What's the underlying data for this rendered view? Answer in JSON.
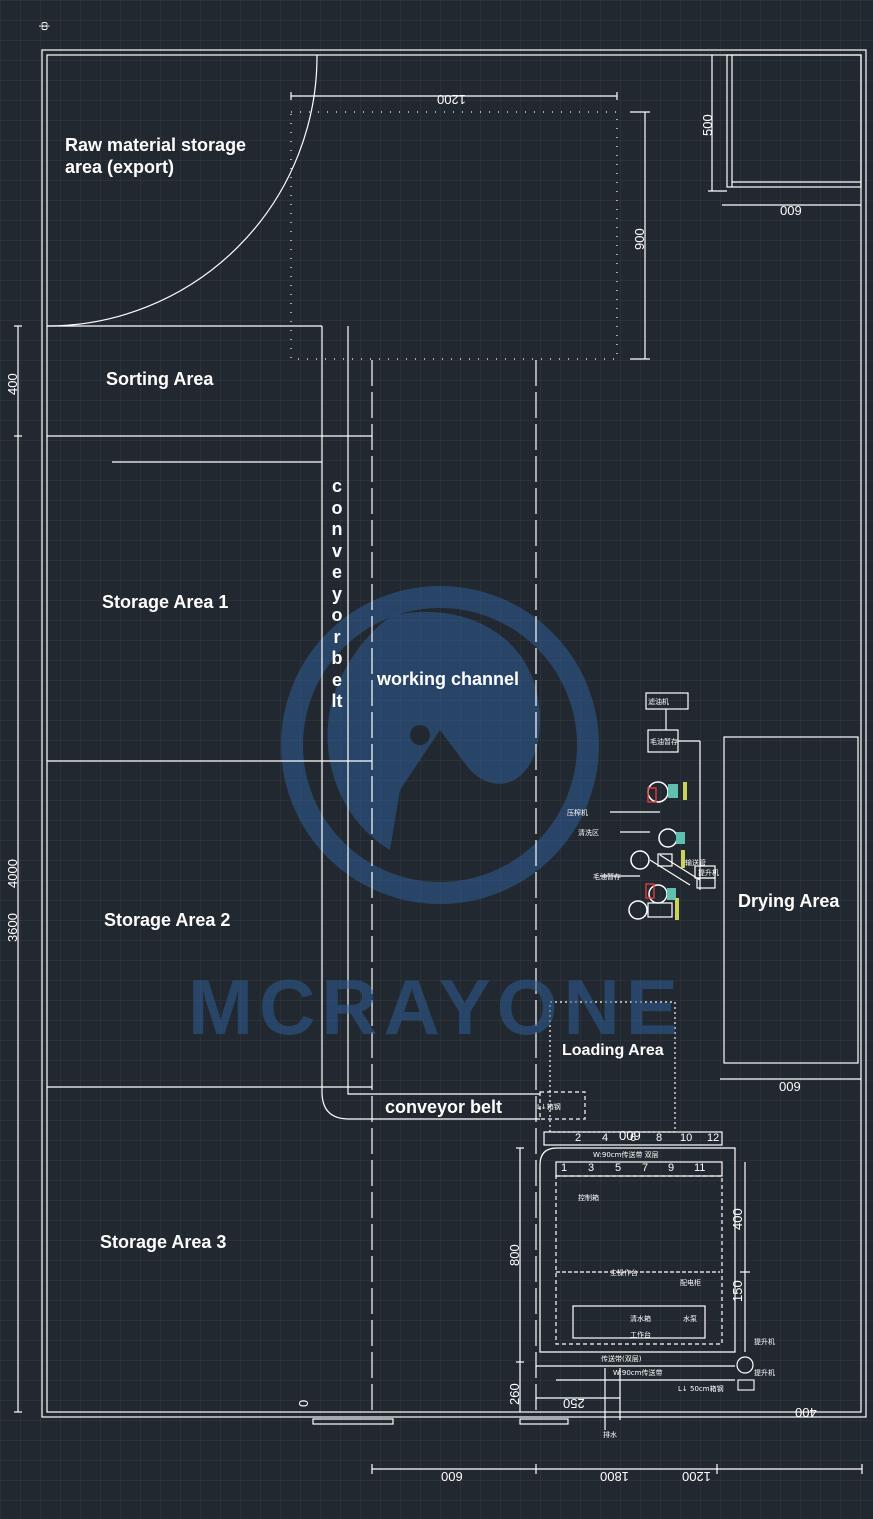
{
  "areas": {
    "raw_material_line1": "Raw material storage",
    "raw_material_line2": "area   (export)",
    "sorting": "Sorting Area",
    "storage1": "Storage Area 1",
    "storage2": "Storage Area 2",
    "storage3": "Storage Area 3",
    "conveyor_vertical": "conveyorbelt",
    "conveyor_horizontal": "conveyor belt",
    "working_channel": "working channel",
    "drying": "Drying Area",
    "loading": "Loading Area"
  },
  "dimensions": {
    "top_1200": "1200",
    "right_900": "900",
    "right_500": "500",
    "top_right_600": "600",
    "left_400": "400",
    "left_4000": "4000",
    "left_3600": "3600",
    "drying_600": "600",
    "loading_600": "600",
    "bottom_600": "600",
    "bottom_1800": "1800",
    "bottom_1200": "1200",
    "room_800": "800",
    "room_260": "260",
    "room_250": "250",
    "room_400_v": "400",
    "room_150": "150",
    "room_400_h": "400",
    "corner_0": "0"
  },
  "conveyor_numbers_top": [
    "2",
    "4",
    "6",
    "8",
    "10",
    "12"
  ],
  "conveyor_numbers_bottom": [
    "1",
    "3",
    "5",
    "7",
    "9",
    "11"
  ],
  "small_text": {
    "l_box": "L↓箱钢",
    "l_50": "L↓ 50cm箱钢",
    "w90_top": "W:90cm传送带 双层",
    "w90_bottom": "W:90cm传送带",
    "conveyor_label": "传送带(双层)",
    "main_workbench": "主操作台",
    "workbench": "工作台",
    "water_tank": "水泵",
    "water_box": "清水箱",
    "distribution_box": "配电柜",
    "ctrl_box": "控制箱",
    "oil_tank": "毛油暂存",
    "filter": "滤油机",
    "lift": "提升机",
    "pipe": "输送管",
    "press": "压榨机",
    "cleaning": "清洗区",
    "drain": "排水"
  },
  "watermark": "MCRAYONE",
  "colors": {
    "background": "#212830",
    "line": "#ffffff",
    "watermark": "#305c96"
  },
  "corner_mark": "ф"
}
